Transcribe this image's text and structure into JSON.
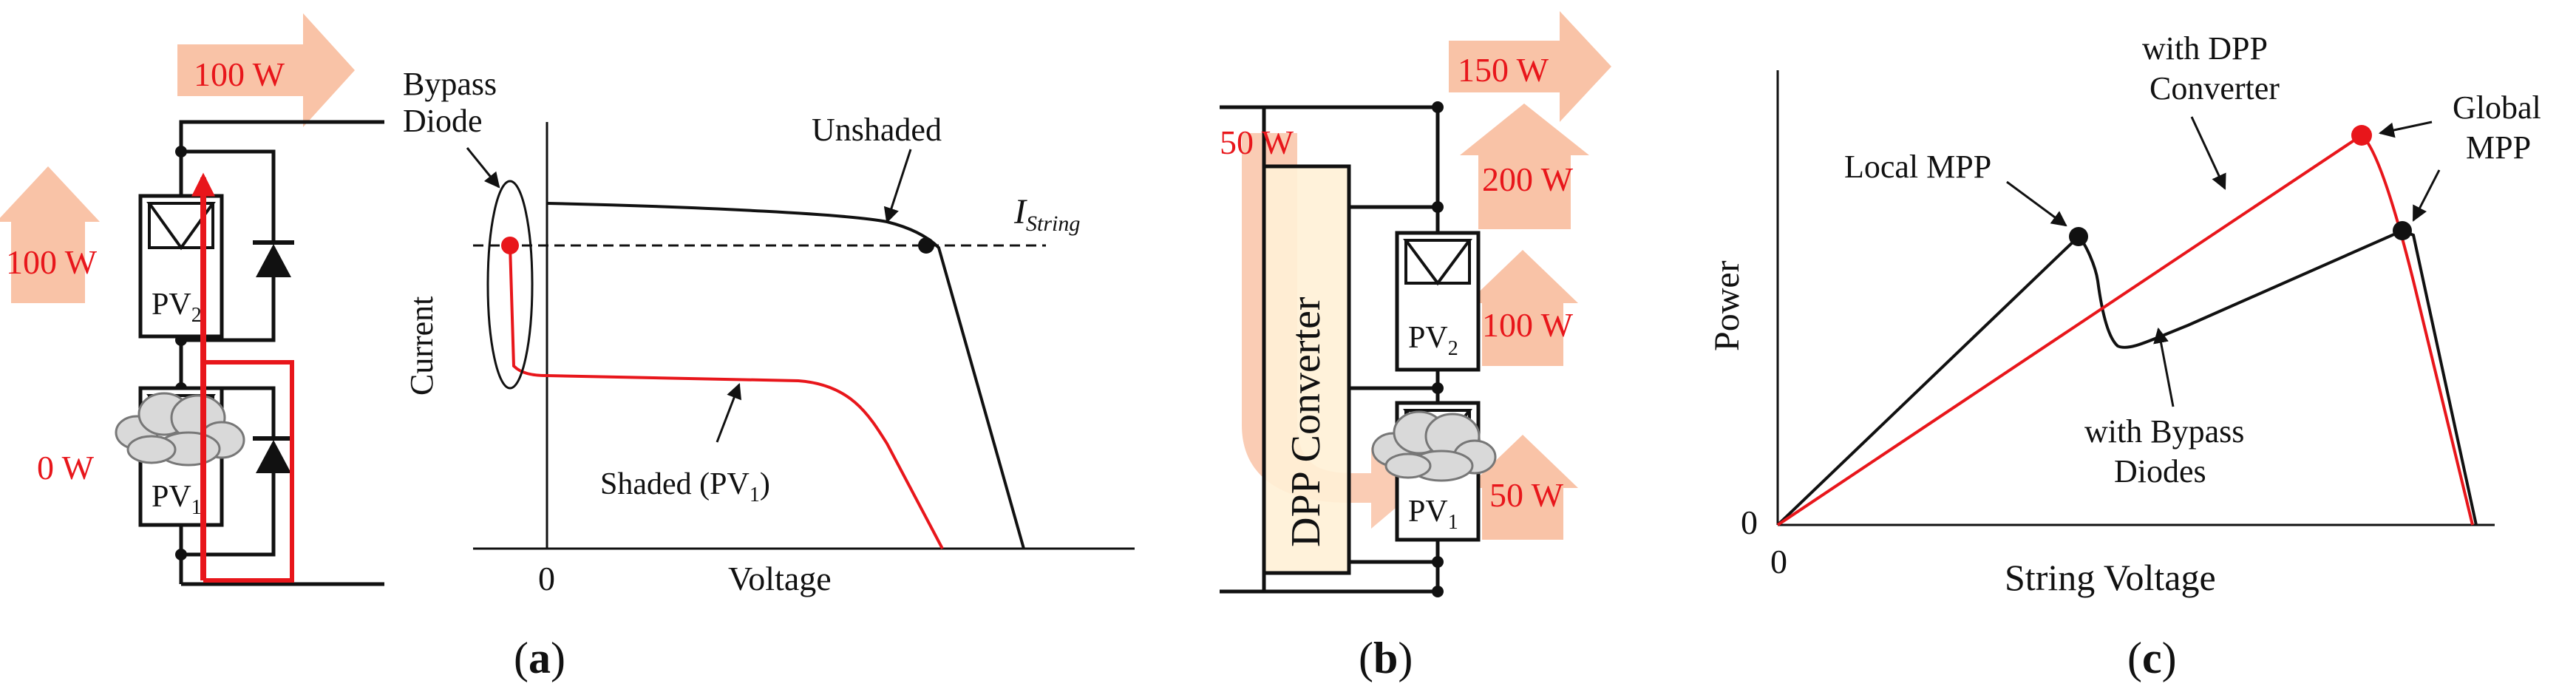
{
  "colors": {
    "arrow": "#f9c3a7",
    "red": "#e8161b",
    "black": "#111111",
    "converter_fill": "#fff1d6",
    "cloud": "#d9d9d9"
  },
  "panel_a": {
    "power_top": "100 W",
    "power_left": "100 W",
    "power_shaded": "0 W",
    "pv2": "PV",
    "pv2_sub": "2",
    "pv1": "PV",
    "pv1_sub": "1",
    "bypass_line1": "Bypass",
    "bypass_line2": "Diode",
    "unshaded": "Unshaded",
    "istring": "I",
    "istring_sub": "String",
    "shaded": "Shaded (PV",
    "shaded_sub": "1",
    "shaded_end": ")",
    "ylabel": "Current",
    "xlabel": "Voltage",
    "origin": "0",
    "caption_open": "(",
    "caption": "a",
    "caption_close": ")"
  },
  "panel_b": {
    "power_top": "150 W",
    "power_200": "200 W",
    "power_50_red": "50 W",
    "power_100": "100 W",
    "power_50": "50 W",
    "converter": "DPP Converter",
    "pv2": "PV",
    "pv2_sub": "2",
    "pv1": "PV",
    "pv1_sub": "1",
    "caption_open": "(",
    "caption": "b",
    "caption_close": ")"
  },
  "panel_c": {
    "dpp_line1": "with DPP",
    "dpp_line2": "Converter",
    "global_line1": "Global",
    "global_line2": "MPP",
    "local_mpp": "Local MPP",
    "bypass_line1": "with Bypass",
    "bypass_line2": "Diodes",
    "ylabel": "Power",
    "xlabel": "String Voltage",
    "origin_y": "0",
    "origin_x": "0",
    "caption_open": "(",
    "caption": "c",
    "caption_close": ")"
  }
}
